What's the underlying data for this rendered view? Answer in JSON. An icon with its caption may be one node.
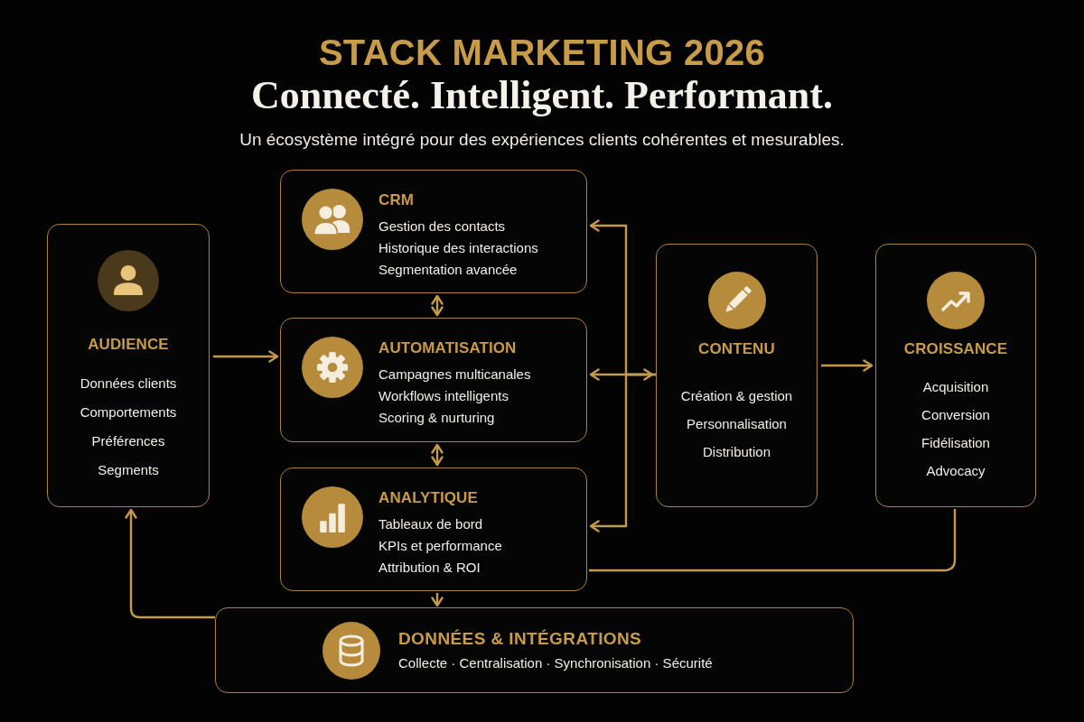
{
  "diagram": {
    "title": "STACK MARKETING 2026",
    "nodes": [
      {
        "text": [
          "AUDIENCE",
          "Données clients",
          "Comportements",
          "Préférences",
          "Segments"
        ]
      },
      {
        "text": [
          "CRM",
          "Gestion des contacts",
          "Historique des interactions",
          "Segmentation avancée"
        ]
      },
      {
        "text": [
          "AUTOMATISATION",
          "Campagnes multicanales",
          "Workflows intelligents",
          "Scoring & nurturing"
        ]
      },
      {
        "text": [
          "ANALYTIQUE",
          "Tableaux de bord",
          "KPIs et performance",
          "Attribution & ROI"
        ]
      },
      {
        "text": [
          "CONTENU",
          "Création & gestion",
          "Personnalisation",
          "Distribution"
        ]
      },
      {
        "text": [
          "CROISSANCE",
          "Acquisition",
          "Conversion",
          "Fidélisation",
          "Advocacy"
        ]
      },
      {
        "text": [
          "DONNÉES & INTÉGRATIONS",
          "Collecte · Centralisation · Synchronisation · Sécurité"
        ]
      }
    ],
    "edges": [
      {
        "from": 0,
        "to": 2,
        "arrow": "to"
      },
      {
        "from": 1,
        "to": 2,
        "arrow": "both"
      },
      {
        "from": 2,
        "to": 3,
        "arrow": "both"
      },
      {
        "from": 3,
        "to": 6,
        "arrow": "to"
      },
      {
        "from": 6,
        "to": 0,
        "arrow": "to"
      },
      {
        "from": 2,
        "to": 4,
        "arrow": "both"
      },
      {
        "from": 4,
        "to": 1,
        "arrow": "to"
      },
      {
        "from": 4,
        "to": 3,
        "arrow": "to"
      },
      {
        "from": 4,
        "to": 5,
        "arrow": "to"
      },
      {
        "from": 5,
        "to": 3,
        "arrow": "none"
      }
    ],
    "labels": [
      "Connecté. Intelligent. Performant.",
      "Un écosystème intégré pour des expériences clients cohérentes et mesurables."
    ]
  }
}
